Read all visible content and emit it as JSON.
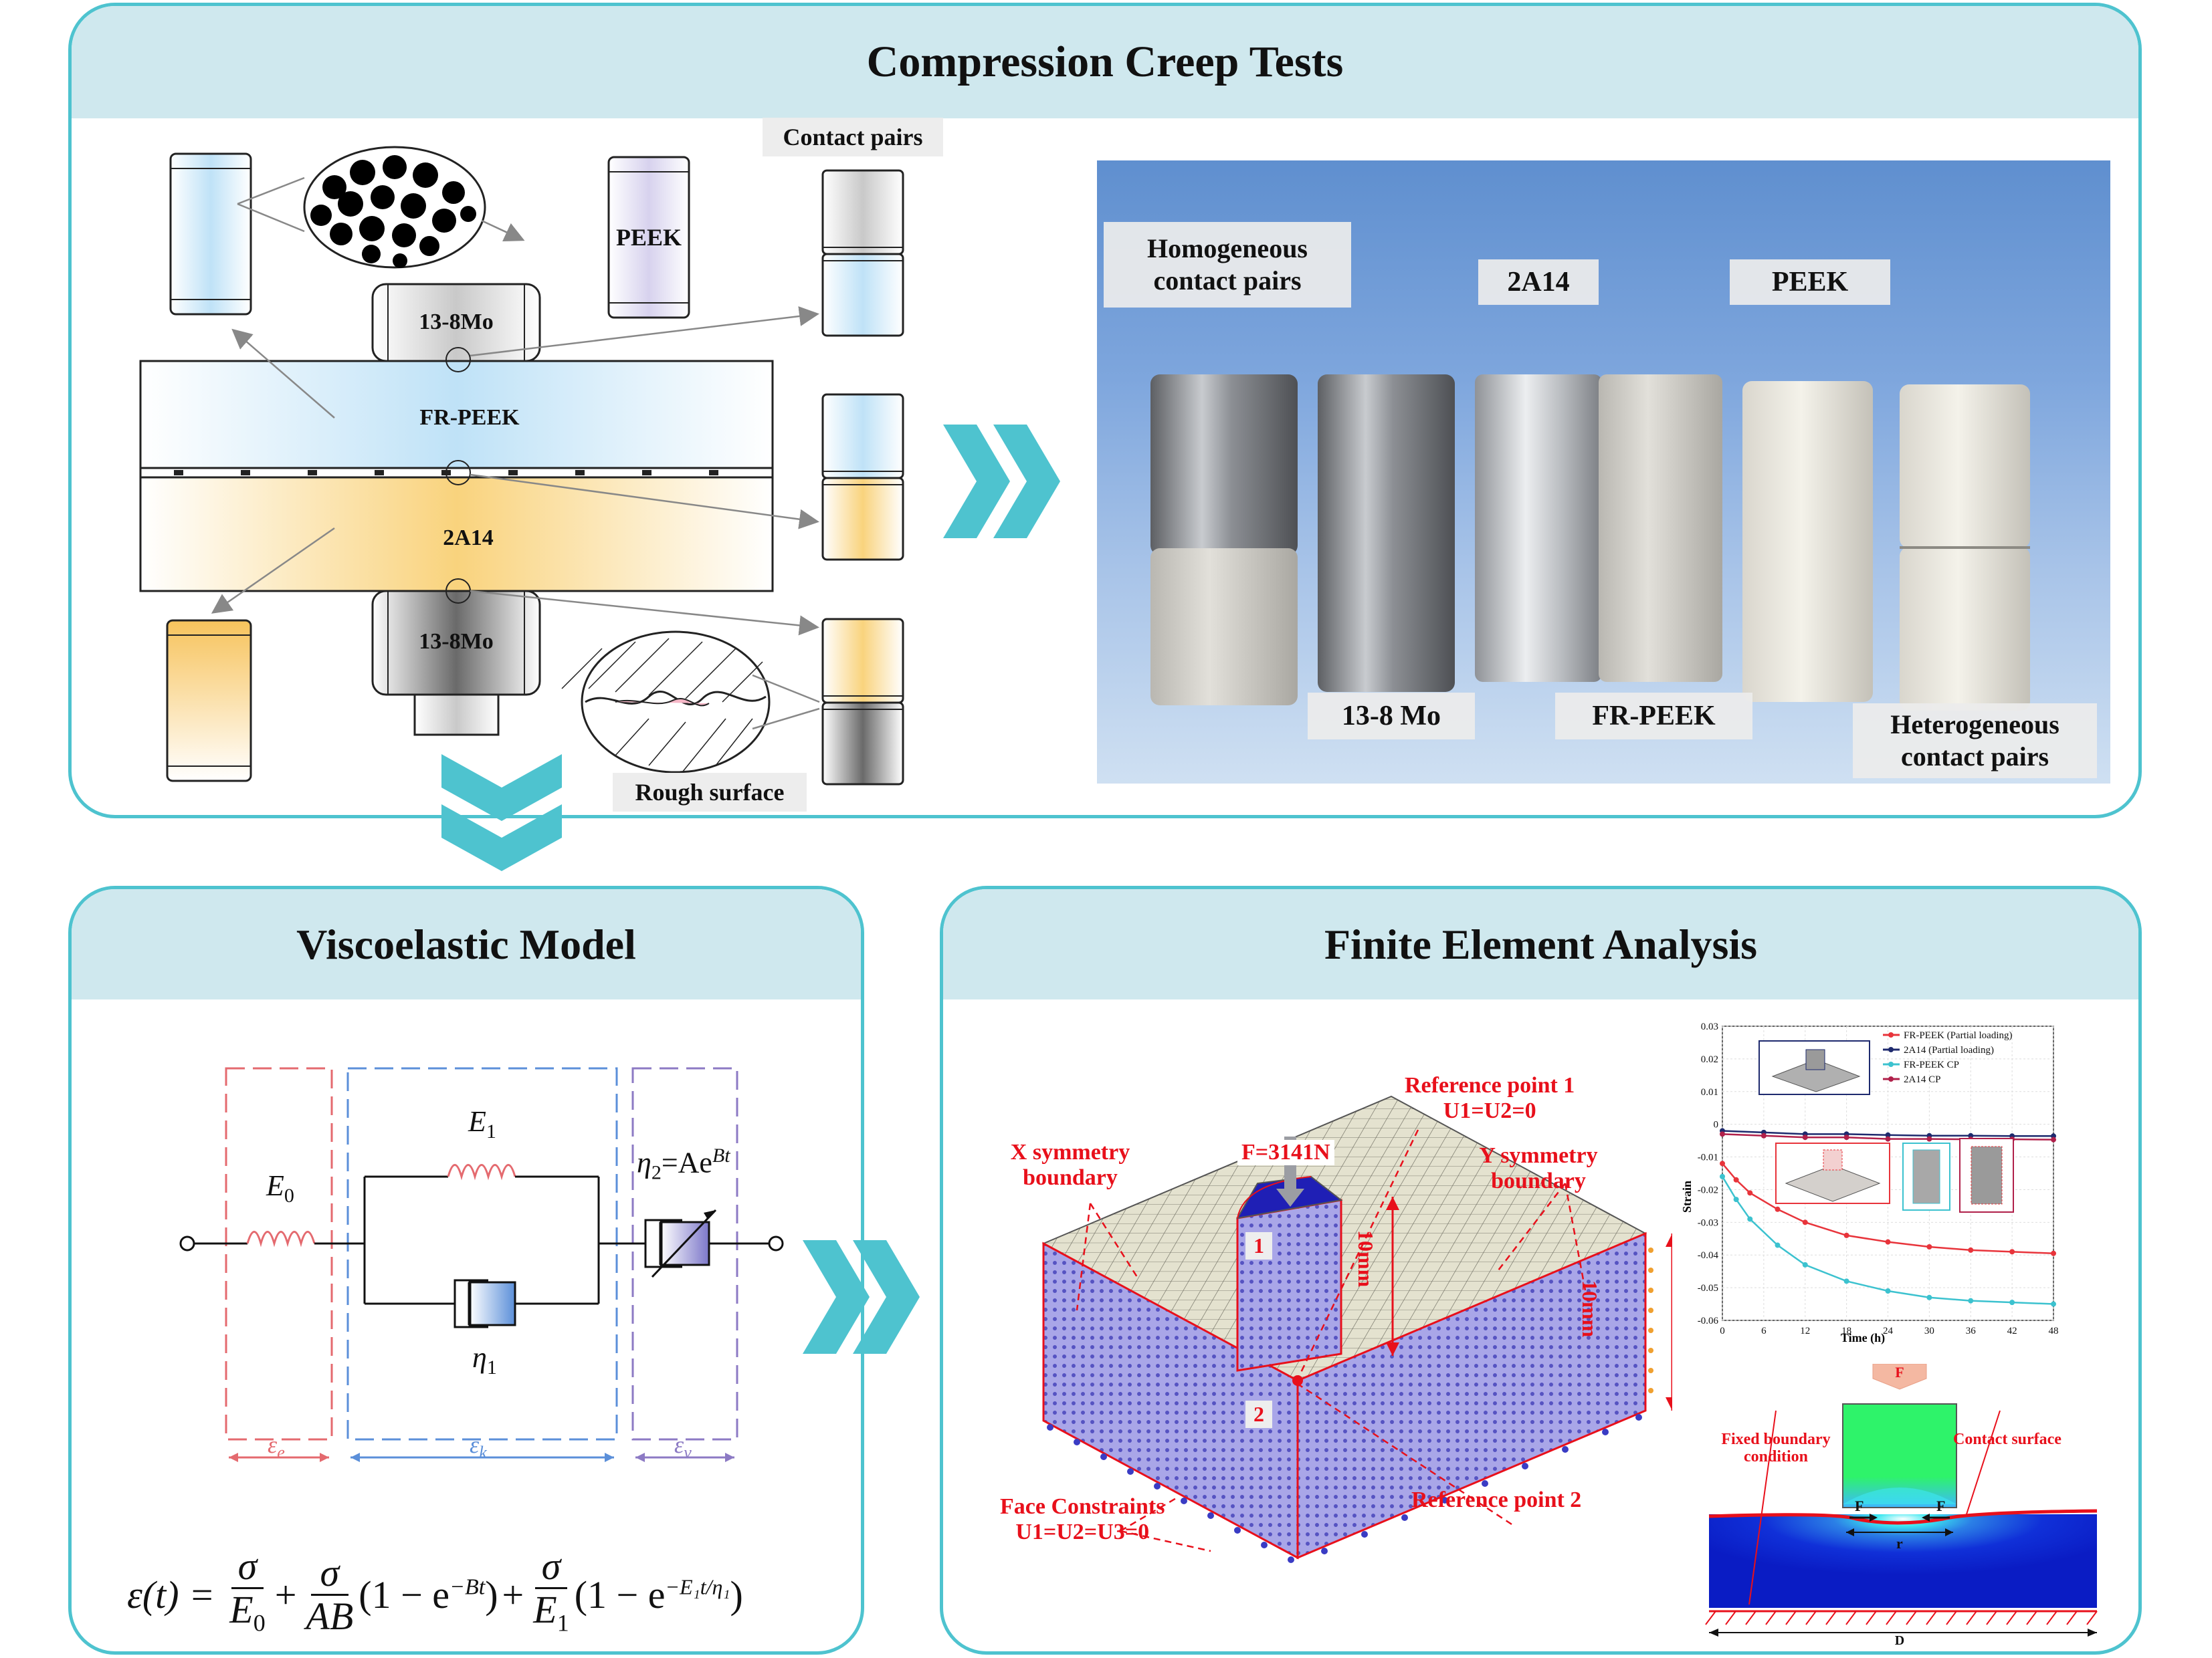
{
  "panels": {
    "top_title": "Compression Creep Tests",
    "left_title": "Viscoelastic Model",
    "right_title": "Finite Element Analysis"
  },
  "creep": {
    "contact_pairs": "Contact pairs",
    "peek": "PEEK",
    "mo_top": "13-8Mo",
    "fr_peek": "FR-PEEK",
    "a2a14": "2A14",
    "mo_bottom": "13-8Mo",
    "rough_surface": "Rough surface"
  },
  "photo": {
    "homogeneous": "Homogeneous contact pairs",
    "a2a14": "2A14",
    "peek": "PEEK",
    "mo": "13-8 Mo",
    "fr_peek": "FR-PEEK",
    "heterogeneous": "Heterogeneous contact pairs"
  },
  "model": {
    "E0": "E",
    "E0_sub": "0",
    "E1": "E",
    "E1_sub": "1",
    "eta1": "η",
    "eta1_sub": "1",
    "eta2": "η",
    "eta2_sub": "2",
    "eta2_eq": "=Ae",
    "eta2_sup": "Bt",
    "eps_e": "ε",
    "eps_e_sub": "e",
    "eps_k": "ε",
    "eps_k_sub": "k",
    "eps_v": "ε",
    "eps_v_sub": "v",
    "equation_lhs": "ε(t) =",
    "sigma": "σ",
    "denom1": "E",
    "denom1_sub": "0",
    "denom2": "AB",
    "denom3": "E",
    "denom3_sub": "1",
    "term2": "(1 − e",
    "term2_sup": "−Bt",
    "term3": "(1 − e",
    "term3_sup": "−E₁t/η₁",
    "close": ")",
    "plus": "+"
  },
  "fea": {
    "force": "F=3141N",
    "ref1": "Reference point 1",
    "ref1_bc": "U1=U2=0",
    "xsym": "X symmetry boundary",
    "ysym": "Y symmetry boundary",
    "dim1": "10mm",
    "dim2": "10mm",
    "face": "Face Constraints",
    "face_bc": "U1=U2=U3=0",
    "ref2": "Reference point 2",
    "pt1": "1",
    "pt2": "2"
  },
  "chart_data": {
    "type": "line",
    "xlabel": "Time (h)",
    "ylabel": "Strain",
    "xlim": [
      0,
      48
    ],
    "ylim": [
      -0.06,
      0.03
    ],
    "xticks": [
      0,
      6,
      12,
      18,
      24,
      30,
      36,
      42,
      48
    ],
    "yticks": [
      0.03,
      0.02,
      0.01,
      0,
      -0.01,
      -0.02,
      -0.03,
      -0.04,
      -0.05,
      -0.06
    ],
    "legend_position": "top-right",
    "series": [
      {
        "name": "FR-PEEK (Partial loading)",
        "color": "#e8343b",
        "x": [
          0,
          2,
          4,
          8,
          12,
          18,
          24,
          30,
          36,
          42,
          48
        ],
        "values": [
          -0.012,
          -0.017,
          -0.021,
          -0.026,
          -0.03,
          -0.034,
          -0.036,
          -0.0375,
          -0.0385,
          -0.039,
          -0.0395
        ]
      },
      {
        "name": "2A14 (Partial loading)",
        "color": "#1e2a6e",
        "x": [
          0,
          6,
          12,
          18,
          24,
          30,
          36,
          42,
          48
        ],
        "values": [
          -0.002,
          -0.0025,
          -0.003,
          -0.003,
          -0.0033,
          -0.0035,
          -0.0035,
          -0.0036,
          -0.0036
        ]
      },
      {
        "name": "FR-PEEK CP",
        "color": "#3cc2cf",
        "x": [
          0,
          2,
          4,
          8,
          12,
          18,
          24,
          30,
          36,
          42,
          48
        ],
        "values": [
          -0.016,
          -0.023,
          -0.029,
          -0.037,
          -0.043,
          -0.048,
          -0.051,
          -0.053,
          -0.054,
          -0.0545,
          -0.055
        ]
      },
      {
        "name": "2A14 CP",
        "color": "#b0204a",
        "x": [
          0,
          6,
          12,
          18,
          24,
          30,
          36,
          42,
          48
        ],
        "values": [
          -0.003,
          -0.0035,
          -0.004,
          -0.004,
          -0.0045,
          -0.0045,
          -0.0046,
          -0.0046,
          -0.0047
        ]
      }
    ]
  },
  "contact": {
    "F": "F",
    "F_left": "F",
    "F_right": "F",
    "fixed": "Fixed boundary condition",
    "contact_surface": "Contact surface",
    "r": "r",
    "D": "D"
  }
}
